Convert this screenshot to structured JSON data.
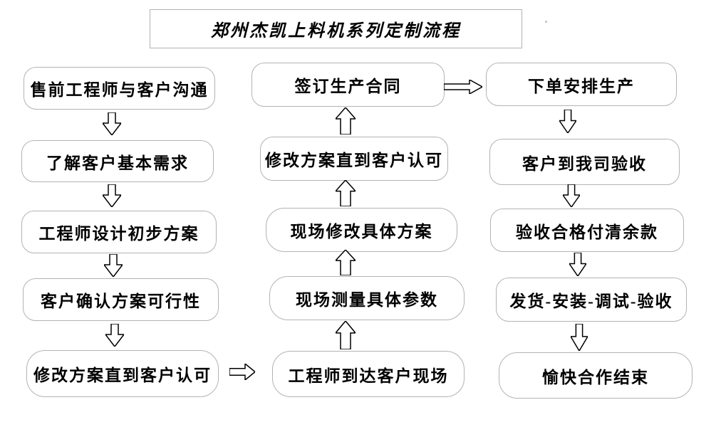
{
  "title": "郑州杰凯上料机系列定制流程",
  "nodes": {
    "left": [
      "售前工程师与客户沟通",
      "了解客户基本需求",
      "工程师设计初步方案",
      "客户确认方案可行性",
      "修改方案直到客户认可"
    ],
    "middle": [
      "签订生产合同",
      "修改方案直到客户认可",
      "现场修改具体方案",
      "现场测量具体参数",
      "工程师到达客户现场"
    ],
    "right": [
      "下单安排生产",
      "客户到我司验收",
      "验收合格付清余款",
      "发货-安装-调试-验收",
      "愉快合作结束"
    ]
  },
  "flow": {
    "left_column_direction": "top-to-bottom",
    "middle_column_direction": "bottom-to-top",
    "right_column_direction": "top-to-bottom",
    "sequence": [
      "售前工程师与客户沟通",
      "了解客户基本需求",
      "工程师设计初步方案",
      "客户确认方案可行性",
      "修改方案直到客户认可",
      "工程师到达客户现场",
      "现场测量具体参数",
      "现场修改具体方案",
      "修改方案直到客户认可",
      "签订生产合同",
      "下单安排生产",
      "客户到我司验收",
      "验收合格付清余款",
      "发货-安装-调试-验收",
      "愉快合作结束"
    ]
  },
  "colors": {
    "background": "#ffffff",
    "box_border": "#b3b3b3",
    "box_fill": "#ffffff",
    "text": "#000000",
    "arrow_outline": "#000000",
    "arrow_fill": "#ffffff"
  }
}
